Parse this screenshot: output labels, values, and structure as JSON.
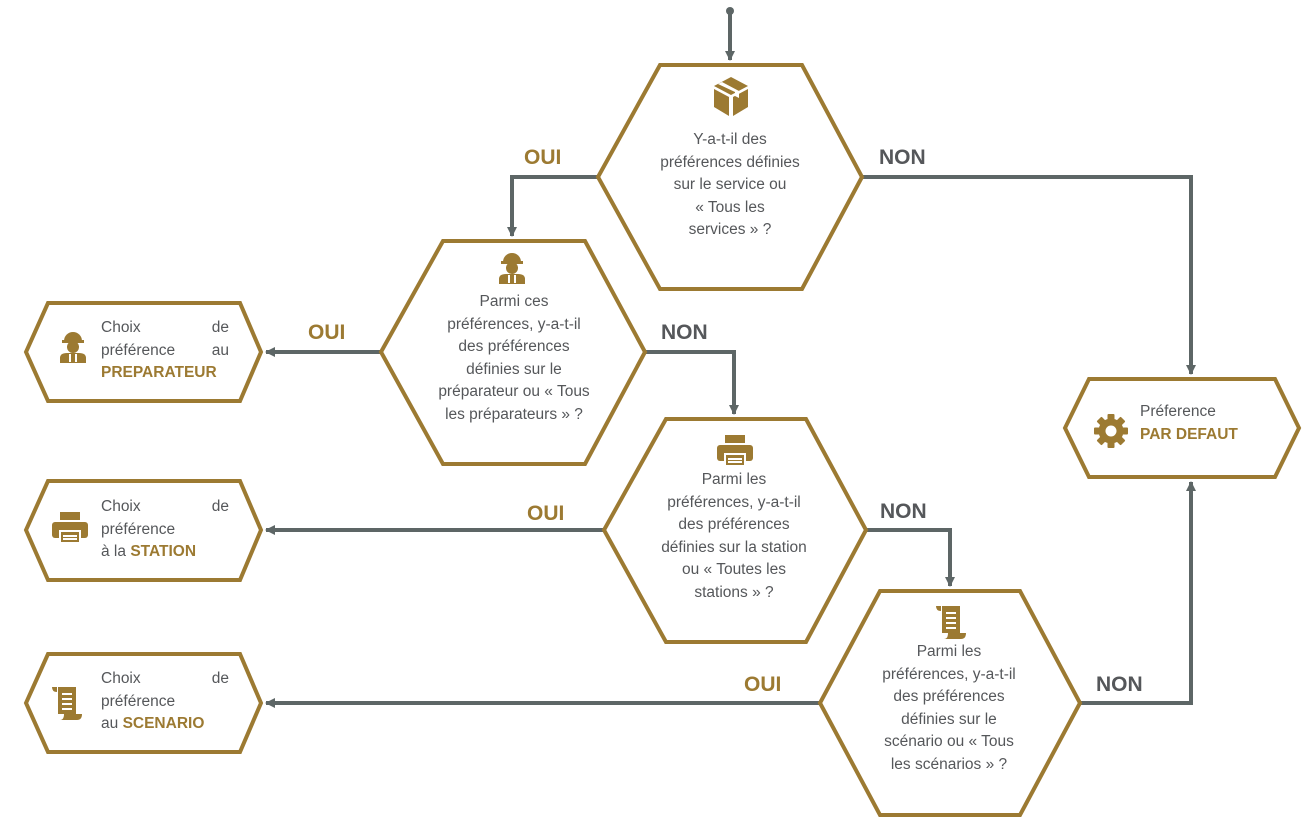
{
  "colors": {
    "gold": "#9c7a32",
    "arrow": "#5d6666",
    "text": "#55575a"
  },
  "questions": {
    "service": {
      "icon": "box-icon",
      "lines": [
        "Y-a-t-il des",
        "préférences définies",
        "sur le service ou",
        "« Tous les",
        "services » ?"
      ]
    },
    "preparateur": {
      "icon": "worker-icon",
      "lines": [
        "Parmi ces",
        "préférences, y-a-t-il",
        "des préférences",
        "définies sur le",
        "préparateur ou « Tous",
        "les préparateurs » ?"
      ]
    },
    "station": {
      "icon": "printer-icon",
      "lines": [
        "Parmi les",
        "préférences, y-a-t-il",
        "des préférences",
        "définies sur la station",
        "ou « Toutes les",
        "stations » ?"
      ]
    },
    "scenario": {
      "icon": "scroll-icon",
      "lines": [
        "Parmi les",
        "préférences, y-a-t-il",
        "des préférences",
        "définies sur le",
        "scénario ou « Tous",
        "les scénarios » ?"
      ]
    }
  },
  "results": {
    "preparateur": {
      "icon": "worker-icon",
      "line1_left": "Choix",
      "line1_right": "de",
      "line2_left": "préférence",
      "line2_right": "au",
      "line3_prefix": "",
      "line3_highlight": "PREPARATEUR"
    },
    "station": {
      "icon": "printer-icon",
      "line1_left": "Choix",
      "line1_right": "de",
      "line2_left": "préférence",
      "line2_right": "",
      "line3_prefix": "à la ",
      "line3_highlight": "STATION"
    },
    "scenario": {
      "icon": "scroll-icon",
      "line1_left": "Choix",
      "line1_right": "de",
      "line2_left": "préférence",
      "line2_right": "",
      "line3_prefix": "au ",
      "line3_highlight": "SCENARIO"
    },
    "default": {
      "icon": "gear-icon",
      "line1": "Préference",
      "line2": "PAR DEFAUT"
    }
  },
  "edge_labels": {
    "service_yes": "OUI",
    "service_no": "NON",
    "preparateur_yes": "OUI",
    "preparateur_no": "NON",
    "station_yes": "OUI",
    "station_no": "NON",
    "scenario_yes": "OUI",
    "scenario_no": "NON"
  }
}
